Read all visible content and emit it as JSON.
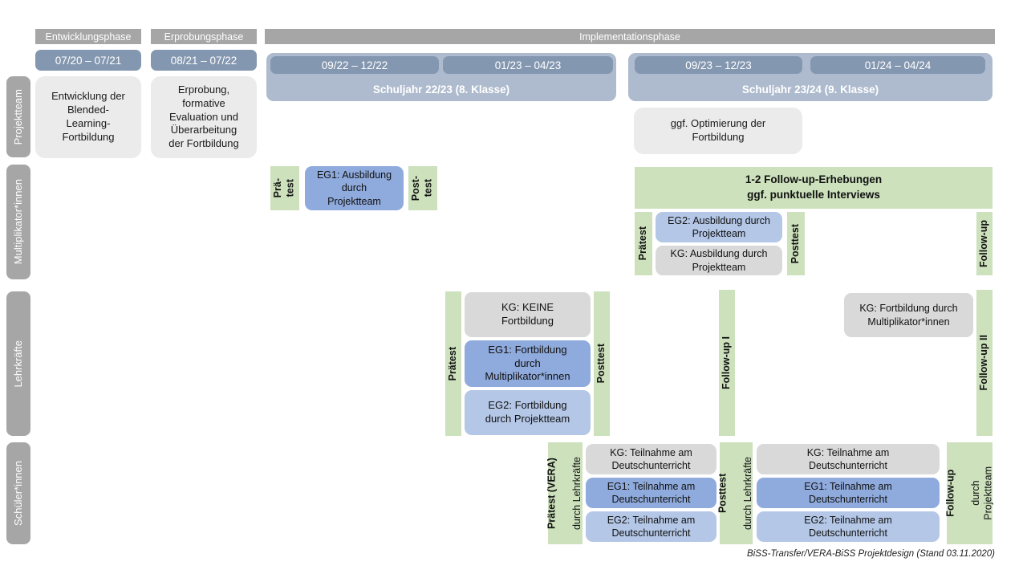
{
  "header": {
    "phases": [
      "Entwicklungsphase",
      "Erprobungsphase",
      "Implementationsphase"
    ],
    "dates": [
      "07/20 – 07/21",
      "08/21 – 07/22",
      "09/22 – 12/22",
      "01/23 – 04/23",
      "09/23 – 12/23",
      "01/24 – 04/24"
    ],
    "school_years": [
      "Schuljahr 22/23 (8. Klasse)",
      "Schuljahr 23/24 (9. Klasse)"
    ]
  },
  "row_labels": [
    "Projektteam",
    "Multiplikator*innen",
    "Lehrkräfte",
    "Schüler*innen"
  ],
  "projektteam": {
    "entwicklung": "Entwicklung der\nBlended-\nLearning-\nFortbildung",
    "erprobung": "Erprobung,\nformative\nEvaluation und\nÜberarbeitung\nder Fortbildung",
    "optimierung": "ggf. Optimierung der\nFortbildung"
  },
  "multiplikatoren": {
    "praetest_1": "Prä-\ntest",
    "eg1_ausbildung": "EG1: Ausbildung\ndurch\nProjektteam",
    "posttest_1": "Post-\ntest",
    "followup_erhebungen": "1-2 Follow-up-Erhebungen\nggf. punktuelle Interviews",
    "praetest_2": "Prätest",
    "eg2_ausbildung": "EG2: Ausbildung durch\nProjektteam",
    "kg_ausbildung": "KG: Ausbildung durch\nProjektteam",
    "posttest_2": "Posttest",
    "followup": "Follow-up"
  },
  "lehrkraefte": {
    "praetest": "Prätest",
    "kg_keine_fortbildung": "KG: KEINE\nFortbildung",
    "eg1_fortbildung": "EG1: Fortbildung\ndurch\nMultiplikator*innen",
    "eg2_fortbildung": "EG2: Fortbildung\ndurch Projektteam",
    "posttest": "Posttest",
    "followup_1": "Follow-up I",
    "kg_fortbildung": "KG: Fortbildung durch\nMultiplikator*innen",
    "followup_2": "Follow-up II"
  },
  "schueler": {
    "praetest_title": "Prätest (VERA)",
    "praetest_sub": "durch Lehrkräfte",
    "kg_teilnahme": "KG: Teilnahme am\nDeutschunterricht",
    "eg1_teilnahme": "EG1: Teilnahme am\nDeutschunterricht",
    "eg2_teilnahme": "EG2: Teilnahme am\nDeutschunterricht",
    "posttest_title": "Posttest",
    "posttest_sub": "durch Lehrkräfte",
    "followup_title": "Follow-up",
    "followup_sub": "durch\nProjektteam"
  },
  "footer": "BiSS-Transfer/VERA-BiSS Projektdesign (Stand 03.11.2020)",
  "colors": {
    "phase_bar": "#a6a6a6",
    "row_label": "#a6a6a6",
    "date_bar": "#8497b0",
    "schoolyear_bar": "#aebbce",
    "note_box": "#ebebeb",
    "kg_box": "#d9d9d9",
    "eg1_box": "#8faadc",
    "eg2_box": "#b4c7e7",
    "measure_green": "#cce1bc"
  }
}
